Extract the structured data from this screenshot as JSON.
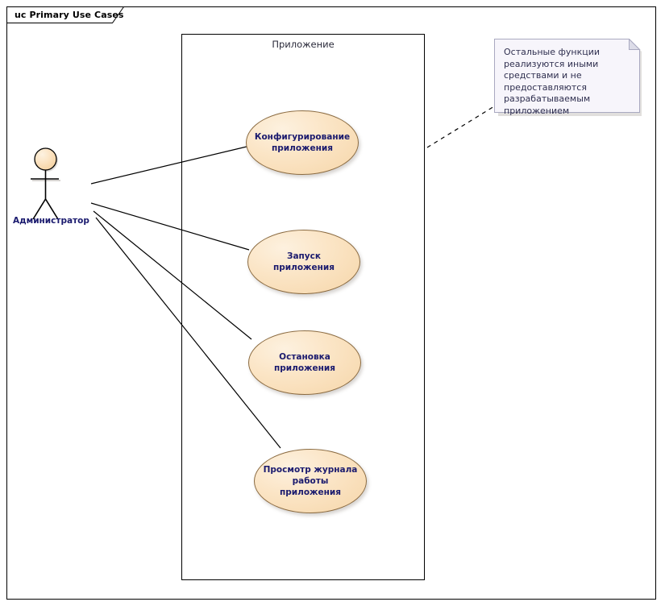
{
  "diagram": {
    "title_tab": "uc Primary Use Cases",
    "type": "uml-use-case-diagram",
    "colors": {
      "usecase_fill": "#fbe5c6",
      "usecase_stroke": "#8a6a40",
      "usecase_text": "#1a1a6e",
      "note_fill": "#f7f5fb",
      "note_stroke": "#a9a9c0",
      "note_text": "#2f2f4f",
      "line": "#000000",
      "frame": "#000000",
      "boundary_label": "#2a2a3a"
    }
  },
  "system_boundary": {
    "label": "Приложение"
  },
  "actor": {
    "name": "Администратор",
    "icon": "stick-figure-actor-icon"
  },
  "use_cases": [
    {
      "id": "uc-configure",
      "label": "Конфигурирование\nприложения"
    },
    {
      "id": "uc-start",
      "label": "Запуск приложения"
    },
    {
      "id": "uc-stop",
      "label": "Остановка\nприложения"
    },
    {
      "id": "uc-view-log",
      "label": "Просмотр журнала\nработы приложения"
    }
  ],
  "note": {
    "text": "Остальные функции реализуются иными средствами и не предоставляются разрабатываемым приложением",
    "anchor": "dashed-connector-to-system-boundary"
  },
  "associations": [
    {
      "from": "Администратор",
      "to": "Конфигурирование приложения"
    },
    {
      "from": "Администратор",
      "to": "Запуск приложения"
    },
    {
      "from": "Администратор",
      "to": "Остановка приложения"
    },
    {
      "from": "Администратор",
      "to": "Просмотр журнала работы приложения"
    }
  ]
}
